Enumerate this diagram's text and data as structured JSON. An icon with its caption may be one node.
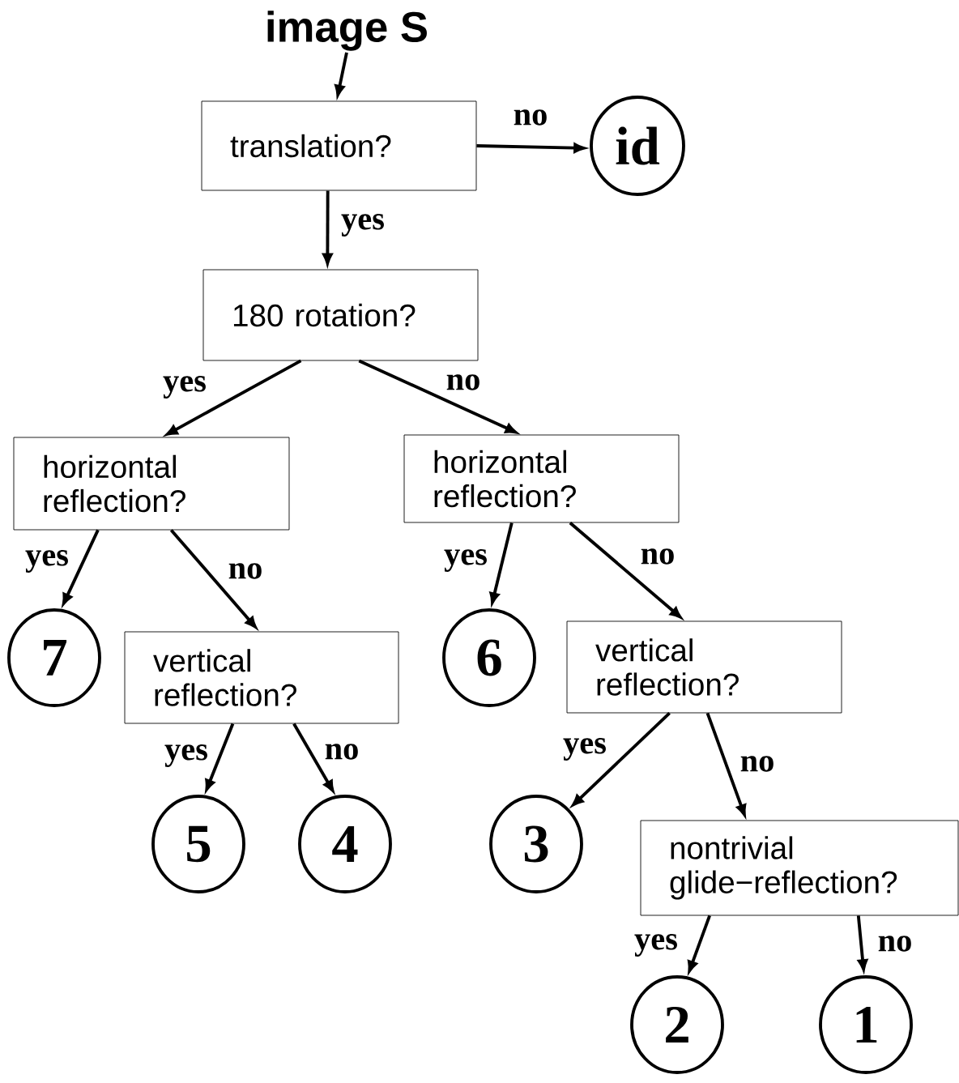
{
  "diagram": {
    "nodes": [
      {
        "text": [
          "image S"
        ]
      },
      {
        "text": [
          "translation?"
        ]
      },
      {
        "text": [
          "id"
        ]
      },
      {
        "text": [
          "180 rotation?"
        ]
      },
      {
        "text": [
          "horizontal reflection?"
        ]
      },
      {
        "text": [
          "horizontal reflection?"
        ]
      },
      {
        "text": [
          "7"
        ]
      },
      {
        "text": [
          "vertical reflection?"
        ]
      },
      {
        "text": [
          "6"
        ]
      },
      {
        "text": [
          "vertical reflection?"
        ]
      },
      {
        "text": [
          "5"
        ]
      },
      {
        "text": [
          "4"
        ]
      },
      {
        "text": [
          "3"
        ]
      },
      {
        "text": [
          "nontrivial glide−reflection?"
        ]
      },
      {
        "text": [
          "2"
        ]
      },
      {
        "text": [
          "1"
        ]
      }
    ],
    "edges": [
      {
        "from": 0,
        "to": 1,
        "arrow": "to"
      },
      {
        "from": 1,
        "to": 2,
        "arrow": "to",
        "label": "no"
      },
      {
        "from": 1,
        "to": 3,
        "arrow": "to",
        "label": "yes"
      },
      {
        "from": 3,
        "to": 4,
        "arrow": "to",
        "label": "yes"
      },
      {
        "from": 3,
        "to": 5,
        "arrow": "to",
        "label": "no"
      },
      {
        "from": 4,
        "to": 6,
        "arrow": "to",
        "label": "yes"
      },
      {
        "from": 4,
        "to": 7,
        "arrow": "to",
        "label": "no"
      },
      {
        "from": 5,
        "to": 8,
        "arrow": "to",
        "label": "yes"
      },
      {
        "from": 5,
        "to": 9,
        "arrow": "to",
        "label": "no"
      },
      {
        "from": 7,
        "to": 10,
        "arrow": "to",
        "label": "yes"
      },
      {
        "from": 7,
        "to": 11,
        "arrow": "to",
        "label": "no"
      },
      {
        "from": 9,
        "to": 12,
        "arrow": "to",
        "label": "yes"
      },
      {
        "from": 9,
        "to": 13,
        "arrow": "to",
        "label": "no"
      },
      {
        "from": 13,
        "to": 14,
        "arrow": "to",
        "label": "yes"
      },
      {
        "from": 13,
        "to": 15,
        "arrow": "to",
        "label": "no"
      }
    ]
  }
}
